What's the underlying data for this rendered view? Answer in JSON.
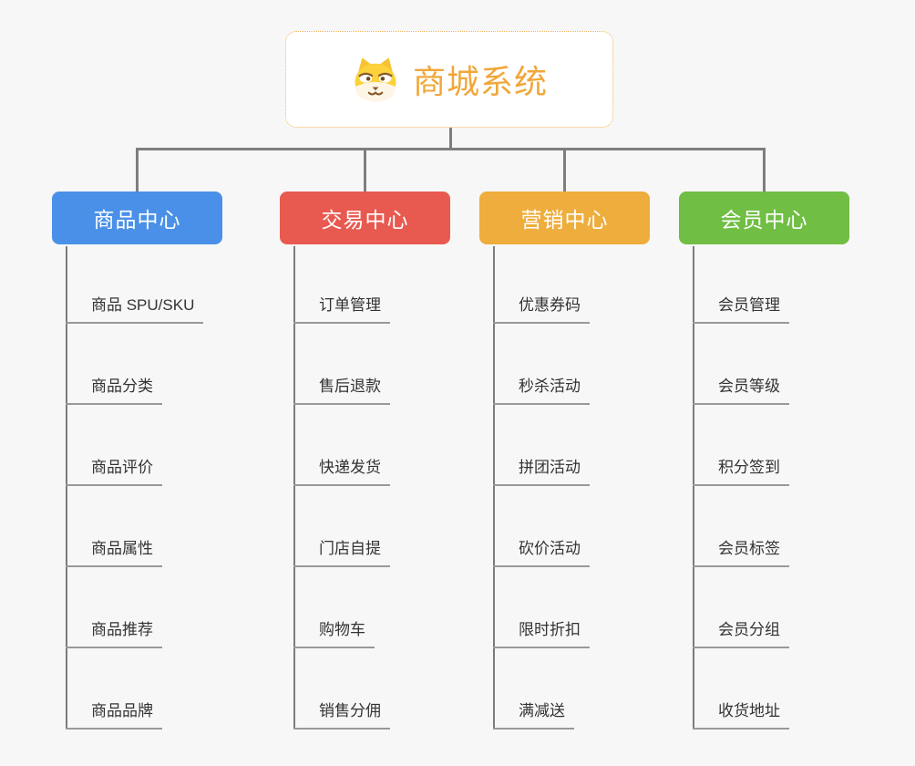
{
  "root": {
    "title": "商城系统",
    "icon": "shiba-dog-icon"
  },
  "colors": {
    "background": "#f7f7f7",
    "connector": "#7e7e7e",
    "leaf_underline": "#999999",
    "root_text": "#f0a73a",
    "root_border": "#f3b45d"
  },
  "branches": [
    {
      "label": "商品中心",
      "color": "#4a90e8",
      "items": [
        "商品 SPU/SKU",
        "商品分类",
        "商品评价",
        "商品属性",
        "商品推荐",
        "商品品牌"
      ]
    },
    {
      "label": "交易中心",
      "color": "#e85a50",
      "items": [
        "订单管理",
        "售后退款",
        "快递发货",
        "门店自提",
        "购物车",
        "销售分佣"
      ]
    },
    {
      "label": "营销中心",
      "color": "#eead3c",
      "items": [
        "优惠券码",
        "秒杀活动",
        "拼团活动",
        "砍价活动",
        "限时折扣",
        "满减送"
      ]
    },
    {
      "label": "会员中心",
      "color": "#70be44",
      "items": [
        "会员管理",
        "会员等级",
        "积分签到",
        "会员标签",
        "会员分组",
        "收货地址"
      ]
    }
  ]
}
